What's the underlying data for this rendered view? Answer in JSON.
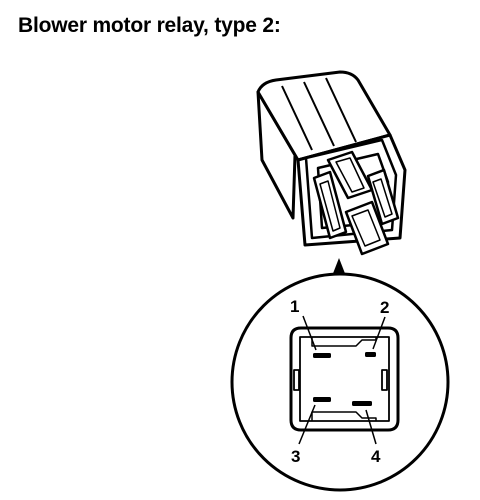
{
  "title": "Blower motor relay, type 2:",
  "pins": [
    {
      "number": "1"
    },
    {
      "number": "2"
    },
    {
      "number": "3"
    },
    {
      "number": "4"
    }
  ]
}
